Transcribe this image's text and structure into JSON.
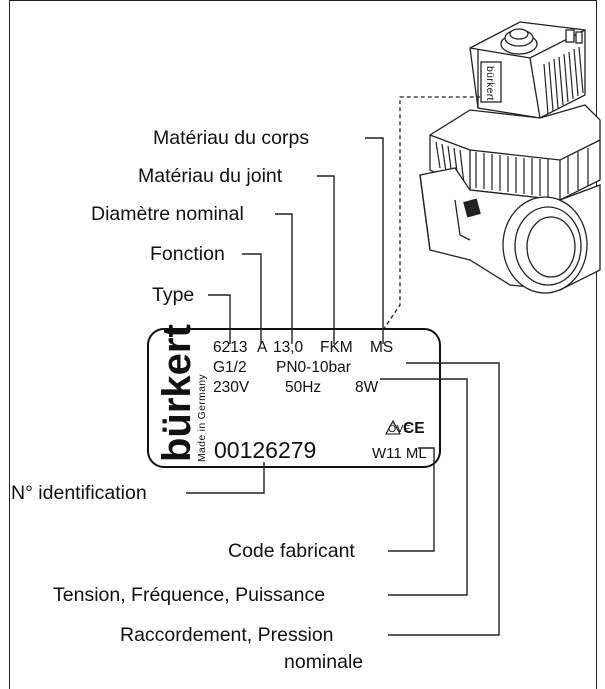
{
  "callouts": {
    "body_material": "Matériau du corps",
    "seal_material": "Matériau du joint",
    "nominal_diameter": "Diamètre nominal",
    "function": "Fonction",
    "type": "Type",
    "id_number": "N° identification",
    "manufacturer_code": "Code fabricant",
    "voltage_frequency_power": "Tension, Fréquence, Puissance",
    "connection_pressure_line1": "Raccordement, Pression",
    "connection_pressure_line2": "nominale"
  },
  "nameplate": {
    "brand": "bürkert",
    "made_in": "Made in Germany",
    "row1": {
      "type": "6213",
      "function": "A",
      "diameter": "13,0",
      "seal": "FKM",
      "body": "MS"
    },
    "row2": {
      "connection": "G1/2",
      "pressure": "PN0-10bar"
    },
    "row3": {
      "voltage": "230V",
      "frequency": "50Hz",
      "power": "8W"
    },
    "ident": "00126279",
    "mfr_code": "W11 ML",
    "ce_mark": "CE",
    "cert_mark": "ÖVE"
  },
  "valve_brand": "bürkert"
}
